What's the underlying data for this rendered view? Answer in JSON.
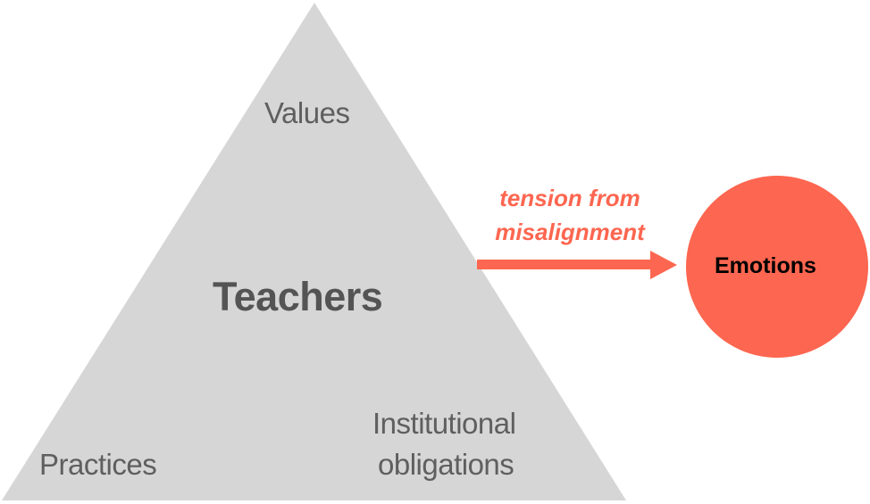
{
  "diagram": {
    "triangle": {
      "fill": "#d6d6d6",
      "center_label": "Teachers",
      "top_label": "Values",
      "bottom_left_label": "Practices",
      "bottom_right_label_line1": "Institutional",
      "bottom_right_label_line2": "obligations"
    },
    "arrow": {
      "color": "#fd6650",
      "label_line1": "tension from",
      "label_line2": "misalignment"
    },
    "circle": {
      "fill": "#fd6650",
      "label": "Emotions"
    }
  }
}
